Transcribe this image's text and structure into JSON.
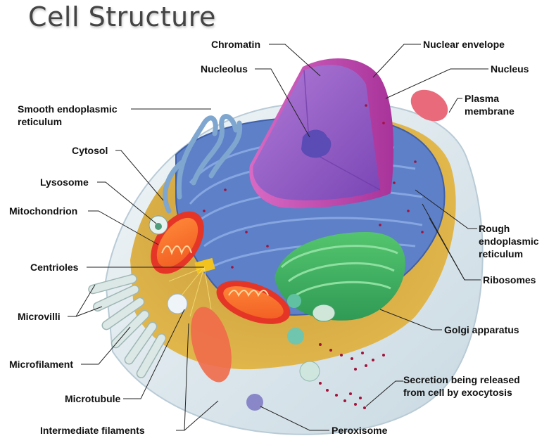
{
  "title": "Cell Structure",
  "labels": {
    "chromatin": "Chromatin",
    "nuclear_envelope": "Nuclear envelope",
    "nucleolus": "Nucleolus",
    "nucleus": "Nucleus",
    "smooth_er_line1": "Smooth endoplasmic",
    "smooth_er_line2": "reticulum",
    "plasma_membrane_line1": "Plasma",
    "plasma_membrane_line2": "membrane",
    "cytosol": "Cytosol",
    "lysosome": "Lysosome",
    "mitochondrion": "Mitochondrion",
    "rough_er_line1": "Rough",
    "rough_er_line2": "endoplasmic",
    "rough_er_line3": "reticulum",
    "centrioles": "Centrioles",
    "ribosomes": "Ribosomes",
    "microvilli": "Microvilli",
    "golgi": "Golgi apparatus",
    "microfilament": "Microfilament",
    "secretion_line1": "Secretion being released",
    "secretion_line2": "from cell by exocytosis",
    "microtubule": "Microtubule",
    "intermediate_filaments": "Intermediate filaments",
    "peroxisome": "Peroxisome"
  },
  "colors": {
    "cytosol": "#d9a83a",
    "plasma_membrane": "#dde8ee",
    "rough_er": "#5b7fc7",
    "smooth_er": "#7fa6cf",
    "nucleus_cut": "#9a5fc4",
    "nuclear_envelope": "#c24fb0",
    "mitochondrion": "#e8402a",
    "golgi": "#3db35a",
    "ribosome": "#a3123a",
    "leader_line": "#222222"
  }
}
